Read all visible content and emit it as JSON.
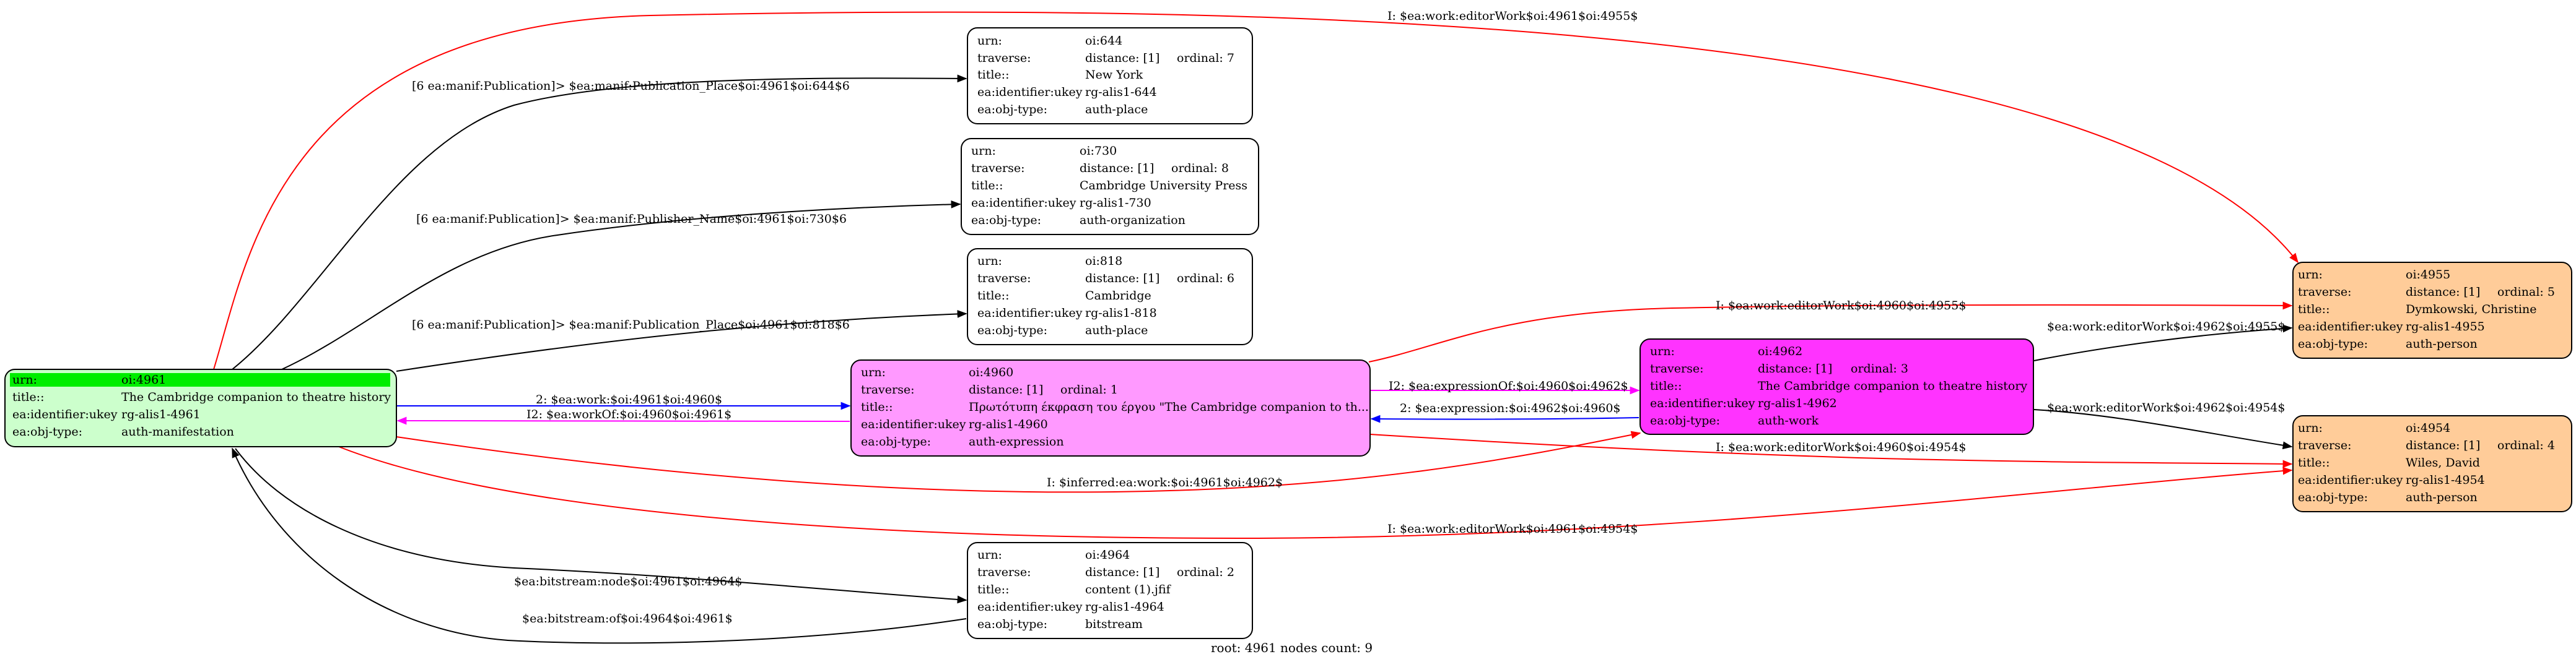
{
  "nodes": {
    "n4961": {
      "rows": [
        {
          "key": "urn:",
          "val": "oi:4961"
        },
        {
          "key": "title::",
          "val": "The Cambridge companion to theatre history"
        },
        {
          "key": "ea:identifier:ukey",
          "val": "rg-alis1-4961"
        },
        {
          "key": "ea:obj-type:",
          "val": "auth-manifestation"
        }
      ],
      "fill": "#ccffcc",
      "highlight": "#00ee00"
    },
    "n644": {
      "rows": [
        {
          "key": "urn:",
          "val": "oi:644"
        },
        {
          "key": "traverse:",
          "val": "distance: [1]",
          "extra": "ordinal: 7"
        },
        {
          "key": "title::",
          "val": "New York"
        },
        {
          "key": "ea:identifier:ukey",
          "val": "rg-alis1-644"
        },
        {
          "key": "ea:obj-type:",
          "val": "auth-place"
        }
      ],
      "fill": "#ffffff"
    },
    "n730": {
      "rows": [
        {
          "key": "urn:",
          "val": "oi:730"
        },
        {
          "key": "traverse:",
          "val": "distance: [1]",
          "extra": "ordinal: 8"
        },
        {
          "key": "title::",
          "val": "Cambridge University Press"
        },
        {
          "key": "ea:identifier:ukey",
          "val": "rg-alis1-730"
        },
        {
          "key": "ea:obj-type:",
          "val": "auth-organization"
        }
      ],
      "fill": "#ffffff"
    },
    "n818": {
      "rows": [
        {
          "key": "urn:",
          "val": "oi:818"
        },
        {
          "key": "traverse:",
          "val": "distance: [1]",
          "extra": "ordinal: 6"
        },
        {
          "key": "title::",
          "val": "Cambridge"
        },
        {
          "key": "ea:identifier:ukey",
          "val": "rg-alis1-818"
        },
        {
          "key": "ea:obj-type:",
          "val": "auth-place"
        }
      ],
      "fill": "#ffffff"
    },
    "n4960": {
      "rows": [
        {
          "key": "urn:",
          "val": "oi:4960"
        },
        {
          "key": "traverse:",
          "val": "distance: [1]",
          "extra": "ordinal: 1"
        },
        {
          "key": "title::",
          "val": "Πρωτότυπη έκφραση του έργου \"The Cambridge companion to th..."
        },
        {
          "key": "ea:identifier:ukey",
          "val": "rg-alis1-4960"
        },
        {
          "key": "ea:obj-type:",
          "val": "auth-expression"
        }
      ],
      "fill": "#ff99ff"
    },
    "n4962": {
      "rows": [
        {
          "key": "urn:",
          "val": "oi:4962"
        },
        {
          "key": "traverse:",
          "val": "distance: [1]",
          "extra": "ordinal: 3"
        },
        {
          "key": "title::",
          "val": "The Cambridge companion to theatre history"
        },
        {
          "key": "ea:identifier:ukey",
          "val": "rg-alis1-4962"
        },
        {
          "key": "ea:obj-type:",
          "val": "auth-work"
        }
      ],
      "fill": "#ff33ff"
    },
    "n4955": {
      "rows": [
        {
          "key": "urn:",
          "val": "oi:4955"
        },
        {
          "key": "traverse:",
          "val": "distance: [1]",
          "extra": "ordinal: 5"
        },
        {
          "key": "title::",
          "val": "Dymkowski, Christine"
        },
        {
          "key": "ea:identifier:ukey",
          "val": "rg-alis1-4955"
        },
        {
          "key": "ea:obj-type:",
          "val": "auth-person"
        }
      ],
      "fill": "#ffcc99"
    },
    "n4954": {
      "rows": [
        {
          "key": "urn:",
          "val": "oi:4954"
        },
        {
          "key": "traverse:",
          "val": "distance: [1]",
          "extra": "ordinal: 4"
        },
        {
          "key": "title::",
          "val": "Wiles, David"
        },
        {
          "key": "ea:identifier:ukey",
          "val": "rg-alis1-4954"
        },
        {
          "key": "ea:obj-type:",
          "val": "auth-person"
        }
      ],
      "fill": "#ffcc99"
    },
    "n4964": {
      "rows": [
        {
          "key": "urn:",
          "val": "oi:4964"
        },
        {
          "key": "traverse:",
          "val": "distance: [1]",
          "extra": "ordinal: 2"
        },
        {
          "key": "title::",
          "val": "content (1).jfif"
        },
        {
          "key": "ea:identifier:ukey",
          "val": "rg-alis1-4964"
        },
        {
          "key": "ea:obj-type:",
          "val": "bitstream"
        }
      ],
      "fill": "#ffffff"
    }
  },
  "edges": {
    "e_4961_4955": {
      "label": "I: $ea:work:editorWork$oi:4961$oi:4955$",
      "color": "#ff0000"
    },
    "e_4961_644": {
      "label": "[6 ea:manif:Publication]> $ea:manif:Publication_Place$oi:4961$oi:644$6",
      "color": "#000000"
    },
    "e_4961_730": {
      "label": "[6 ea:manif:Publication]> $ea:manif:Publisher_Name$oi:4961$oi:730$6",
      "color": "#000000"
    },
    "e_4961_818": {
      "label": "[6 ea:manif:Publication]> $ea:manif:Publication_Place$oi:4961$oi:818$6",
      "color": "#000000"
    },
    "e_4961_4960": {
      "label": "2: $ea:work:$oi:4961$oi:4960$",
      "color": "#0000ff"
    },
    "e_4960_4961": {
      "label": "I2: $ea:workOf:$oi:4960$oi:4961$",
      "color": "#ff00ff"
    },
    "e_4960_4955": {
      "label": "I: $ea:work:editorWork$oi:4960$oi:4955$",
      "color": "#ff0000"
    },
    "e_4960_4962": {
      "label": "I2: $ea:expressionOf:$oi:4960$oi:4962$",
      "color": "#ff00ff"
    },
    "e_4962_4960": {
      "label": "2: $ea:expression:$oi:4962$oi:4960$",
      "color": "#0000ff"
    },
    "e_4962_4955": {
      "label": "$ea:work:editorWork$oi:4962$oi:4955$",
      "color": "#000000"
    },
    "e_4962_4954": {
      "label": "$ea:work:editorWork$oi:4962$oi:4954$",
      "color": "#000000"
    },
    "e_4960_4954": {
      "label": "I: $ea:work:editorWork$oi:4960$oi:4954$",
      "color": "#ff0000"
    },
    "e_inferred": {
      "label": "I: $inferred:ea:work:$oi:4961$oi:4962$",
      "color": "#ff0000"
    },
    "e_4961_4954": {
      "label": "I: $ea:work:editorWork$oi:4961$oi:4954$",
      "color": "#ff0000"
    },
    "e_4961_4964": {
      "label": "$ea:bitstream:node$oi:4961$oi:4964$",
      "color": "#000000"
    },
    "e_4964_4961": {
      "label": "$ea:bitstream:of$oi:4964$oi:4961$",
      "color": "#000000"
    }
  },
  "footer": "root: 4961 nodes count: 9"
}
